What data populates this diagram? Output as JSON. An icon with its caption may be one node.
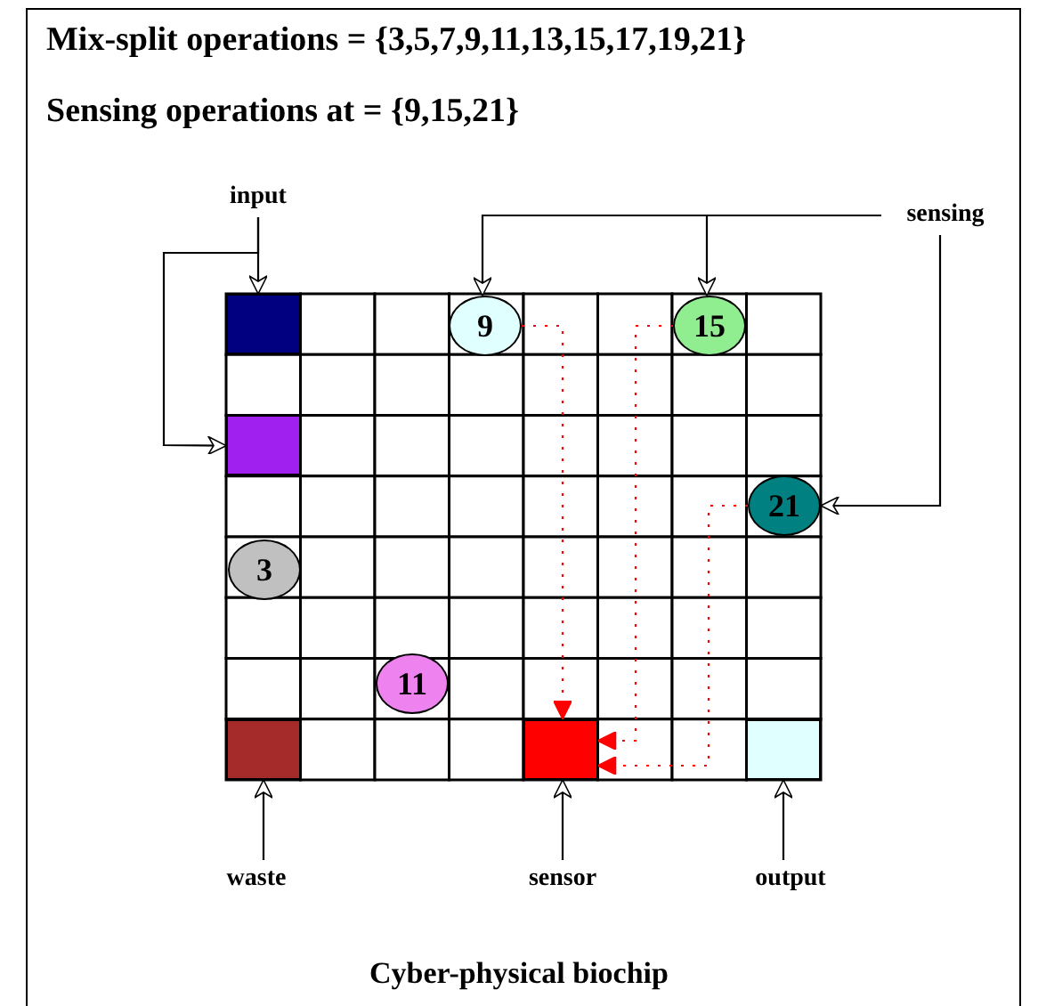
{
  "diagram": {
    "caption": "Cyber-physical biochip",
    "nodes": [
      {
        "text": [
          "input"
        ]
      },
      {
        "text": [
          "sensing"
        ]
      },
      {
        "text": [],
        "shape": "box"
      },
      {
        "text": [
          "9"
        ]
      },
      {
        "text": [
          "15"
        ]
      },
      {
        "text": [],
        "shape": "box"
      },
      {
        "text": [
          "21"
        ]
      },
      {
        "text": [
          "3"
        ]
      },
      {
        "text": [
          "11"
        ]
      },
      {
        "text": [],
        "shape": "box"
      },
      {
        "text": [],
        "shape": "box"
      },
      {
        "text": [],
        "shape": "box"
      },
      {
        "text": [
          "waste"
        ]
      },
      {
        "text": [
          "sensor"
        ]
      },
      {
        "text": [
          "output"
        ]
      }
    ],
    "edges": [
      {
        "from": 0,
        "to": 2,
        "arrow": "to"
      },
      {
        "from": 0,
        "to": 5,
        "arrow": "to"
      },
      {
        "from": 1,
        "to": 3,
        "arrow": "to"
      },
      {
        "from": 1,
        "to": 4,
        "arrow": "to"
      },
      {
        "from": 1,
        "to": 6,
        "arrow": "to"
      },
      {
        "from": 12,
        "to": 9,
        "arrow": "to"
      },
      {
        "from": 13,
        "to": 10,
        "arrow": "to"
      },
      {
        "from": 14,
        "to": 11,
        "arrow": "to"
      },
      {
        "from": 3,
        "to": 10,
        "arrow": "to",
        "style": "dashed",
        "color": "#ff0000"
      },
      {
        "from": 4,
        "to": 10,
        "arrow": "to",
        "style": "dashed",
        "color": "#ff0000"
      },
      {
        "from": 6,
        "to": 10,
        "arrow": "to",
        "style": "dashed",
        "color": "#ff0000"
      }
    ],
    "labels": [
      "Mix-split operations = {3,5,7,9,11,13,15,17,19,21}",
      "Sensing operations at = {9,15,21}"
    ]
  }
}
